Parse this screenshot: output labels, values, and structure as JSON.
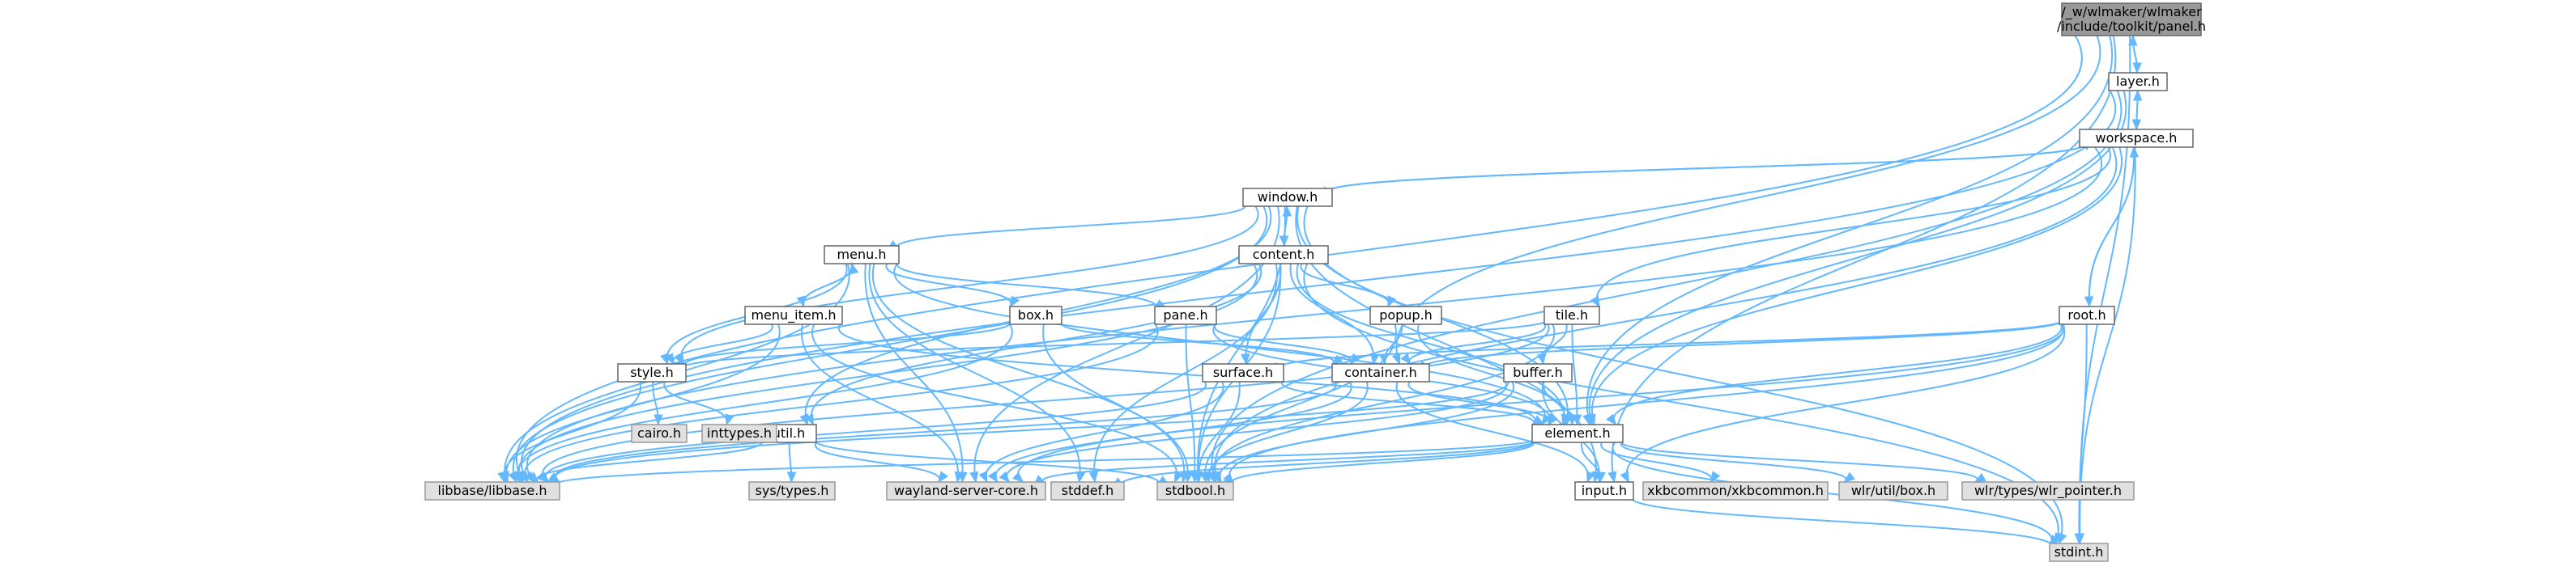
{
  "colors": {
    "edge": "#63b8ff",
    "root_fill": "#999999",
    "sys_fill": "#e0e0e0",
    "local_fill": "#ffffff",
    "border": "#666666"
  },
  "nodes": [
    {
      "id": "panel",
      "lines": [
        "/_w/wlmaker/wlmaker",
        "/include/toolkit/panel.h"
      ],
      "kind": "root"
    },
    {
      "id": "layer",
      "lines": [
        "layer.h"
      ],
      "kind": "local"
    },
    {
      "id": "workspace",
      "lines": [
        "workspace.h"
      ],
      "kind": "local"
    },
    {
      "id": "window",
      "lines": [
        "window.h"
      ],
      "kind": "local"
    },
    {
      "id": "content",
      "lines": [
        "content.h"
      ],
      "kind": "local"
    },
    {
      "id": "menu",
      "lines": [
        "menu.h"
      ],
      "kind": "local"
    },
    {
      "id": "box",
      "lines": [
        "box.h"
      ],
      "kind": "local"
    },
    {
      "id": "menu_item",
      "lines": [
        "menu_item.h"
      ],
      "kind": "local"
    },
    {
      "id": "pane",
      "lines": [
        "pane.h"
      ],
      "kind": "local"
    },
    {
      "id": "popup",
      "lines": [
        "popup.h"
      ],
      "kind": "local"
    },
    {
      "id": "tile",
      "lines": [
        "tile.h"
      ],
      "kind": "local"
    },
    {
      "id": "root",
      "lines": [
        "root.h"
      ],
      "kind": "local"
    },
    {
      "id": "style",
      "lines": [
        "style.h"
      ],
      "kind": "local"
    },
    {
      "id": "surface",
      "lines": [
        "surface.h"
      ],
      "kind": "local"
    },
    {
      "id": "container",
      "lines": [
        "container.h"
      ],
      "kind": "local"
    },
    {
      "id": "buffer",
      "lines": [
        "buffer.h"
      ],
      "kind": "local"
    },
    {
      "id": "element",
      "lines": [
        "element.h"
      ],
      "kind": "local"
    },
    {
      "id": "util",
      "lines": [
        "util.h"
      ],
      "kind": "local"
    },
    {
      "id": "input",
      "lines": [
        "input.h"
      ],
      "kind": "local"
    },
    {
      "id": "cairo",
      "lines": [
        "cairo.h"
      ],
      "kind": "sys"
    },
    {
      "id": "inttypes",
      "lines": [
        "inttypes.h"
      ],
      "kind": "sys"
    },
    {
      "id": "libbase",
      "lines": [
        "libbase/libbase.h"
      ],
      "kind": "sys"
    },
    {
      "id": "systypes",
      "lines": [
        "sys/types.h"
      ],
      "kind": "sys"
    },
    {
      "id": "wayland",
      "lines": [
        "wayland-server-core.h"
      ],
      "kind": "sys"
    },
    {
      "id": "stddef",
      "lines": [
        "stddef.h"
      ],
      "kind": "sys"
    },
    {
      "id": "stdbool",
      "lines": [
        "stdbool.h"
      ],
      "kind": "sys"
    },
    {
      "id": "xkbcommon",
      "lines": [
        "xkbcommon/xkbcommon.h"
      ],
      "kind": "sys"
    },
    {
      "id": "wlrbox",
      "lines": [
        "wlr/util/box.h"
      ],
      "kind": "sys"
    },
    {
      "id": "wlrpointer",
      "lines": [
        "wlr/types/wlr_pointer.h"
      ],
      "kind": "sys"
    },
    {
      "id": "stdint",
      "lines": [
        "stdint.h"
      ],
      "kind": "sys"
    }
  ],
  "edges": [
    [
      "panel",
      "layer"
    ],
    [
      "panel",
      "element"
    ],
    [
      "panel",
      "container"
    ],
    [
      "panel",
      "libbase"
    ],
    [
      "panel",
      "stdint"
    ],
    [
      "panel",
      "input"
    ],
    [
      "layer",
      "panel"
    ],
    [
      "layer",
      "workspace"
    ],
    [
      "layer",
      "libbase"
    ],
    [
      "layer",
      "element"
    ],
    [
      "layer",
      "stdbool"
    ],
    [
      "workspace",
      "layer"
    ],
    [
      "workspace",
      "window"
    ],
    [
      "workspace",
      "root"
    ],
    [
      "workspace",
      "tile"
    ],
    [
      "workspace",
      "libbase"
    ],
    [
      "workspace",
      "stdint"
    ],
    [
      "workspace",
      "element"
    ],
    [
      "workspace",
      "stdbool"
    ],
    [
      "window",
      "workspace"
    ],
    [
      "window",
      "content"
    ],
    [
      "window",
      "menu"
    ],
    [
      "window",
      "style"
    ],
    [
      "window",
      "util"
    ],
    [
      "window",
      "libbase"
    ],
    [
      "window",
      "element"
    ],
    [
      "window",
      "stdbool"
    ],
    [
      "window",
      "stdint"
    ],
    [
      "window",
      "wayland"
    ],
    [
      "window",
      "input"
    ],
    [
      "content",
      "window"
    ],
    [
      "content",
      "popup"
    ],
    [
      "content",
      "surface"
    ],
    [
      "content",
      "container"
    ],
    [
      "content",
      "element"
    ],
    [
      "content",
      "util"
    ],
    [
      "content",
      "libbase"
    ],
    [
      "content",
      "stdbool"
    ],
    [
      "content",
      "stdint"
    ],
    [
      "content",
      "stddef"
    ],
    [
      "menu",
      "menu_item"
    ],
    [
      "menu",
      "box"
    ],
    [
      "menu",
      "pane"
    ],
    [
      "menu",
      "style"
    ],
    [
      "menu",
      "libbase"
    ],
    [
      "menu",
      "element"
    ],
    [
      "menu",
      "stdbool"
    ],
    [
      "menu",
      "wayland"
    ],
    [
      "menu",
      "stddef"
    ],
    [
      "menu_item",
      "menu"
    ],
    [
      "menu_item",
      "style"
    ],
    [
      "menu_item",
      "libbase"
    ],
    [
      "menu_item",
      "element"
    ],
    [
      "menu_item",
      "wayland"
    ],
    [
      "menu_item",
      "stdbool"
    ],
    [
      "box",
      "container"
    ],
    [
      "box",
      "style"
    ],
    [
      "box",
      "libbase"
    ],
    [
      "box",
      "stdbool"
    ],
    [
      "pane",
      "container"
    ],
    [
      "pane",
      "element"
    ],
    [
      "pane",
      "libbase"
    ],
    [
      "pane",
      "stdbool"
    ],
    [
      "popup",
      "container"
    ],
    [
      "popup",
      "element"
    ],
    [
      "popup",
      "stdbool"
    ],
    [
      "tile",
      "buffer"
    ],
    [
      "tile",
      "container"
    ],
    [
      "tile",
      "style"
    ],
    [
      "tile",
      "element"
    ],
    [
      "tile",
      "stdbool"
    ],
    [
      "tile",
      "libbase"
    ],
    [
      "root",
      "workspace"
    ],
    [
      "root",
      "surface"
    ],
    [
      "root",
      "element"
    ],
    [
      "root",
      "container"
    ],
    [
      "root",
      "stdbool"
    ],
    [
      "root",
      "stdint"
    ],
    [
      "root",
      "wayland"
    ],
    [
      "root",
      "input"
    ],
    [
      "style",
      "cairo"
    ],
    [
      "style",
      "inttypes"
    ],
    [
      "style",
      "libbase"
    ],
    [
      "surface",
      "element"
    ],
    [
      "surface",
      "libbase"
    ],
    [
      "surface",
      "wayland"
    ],
    [
      "surface",
      "stdbool"
    ],
    [
      "container",
      "element"
    ],
    [
      "container",
      "libbase"
    ],
    [
      "container",
      "wayland"
    ],
    [
      "container",
      "stdbool"
    ],
    [
      "container",
      "input"
    ],
    [
      "buffer",
      "element"
    ],
    [
      "buffer",
      "libbase"
    ],
    [
      "buffer",
      "wayland"
    ],
    [
      "buffer",
      "stdbool"
    ],
    [
      "buffer",
      "input"
    ],
    [
      "element",
      "input"
    ],
    [
      "element",
      "libbase"
    ],
    [
      "element",
      "stdbool"
    ],
    [
      "element",
      "stdint"
    ],
    [
      "element",
      "stddef"
    ],
    [
      "element",
      "wayland"
    ],
    [
      "element",
      "xkbcommon"
    ],
    [
      "element",
      "wlrbox"
    ],
    [
      "element",
      "wlrpointer"
    ],
    [
      "util",
      "libbase"
    ],
    [
      "util",
      "systypes"
    ],
    [
      "util",
      "wayland"
    ],
    [
      "util",
      "stdbool"
    ],
    [
      "input",
      "stdint"
    ]
  ]
}
